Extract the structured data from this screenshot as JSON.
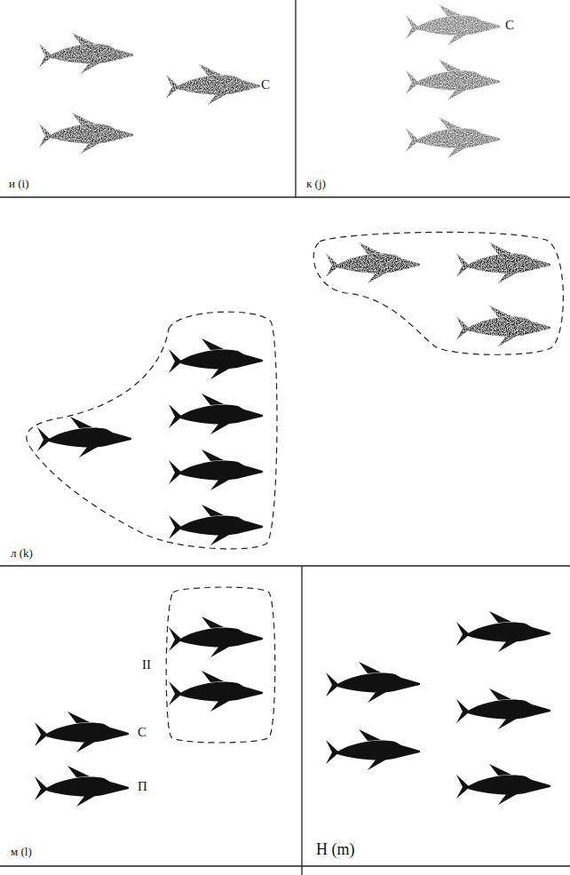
{
  "diagram": {
    "labels": [
      "и (i)",
      "С",
      "к (j)",
      "С",
      "л (k)",
      "II",
      "С",
      "П",
      "м (l)",
      "Н (m)"
    ]
  }
}
